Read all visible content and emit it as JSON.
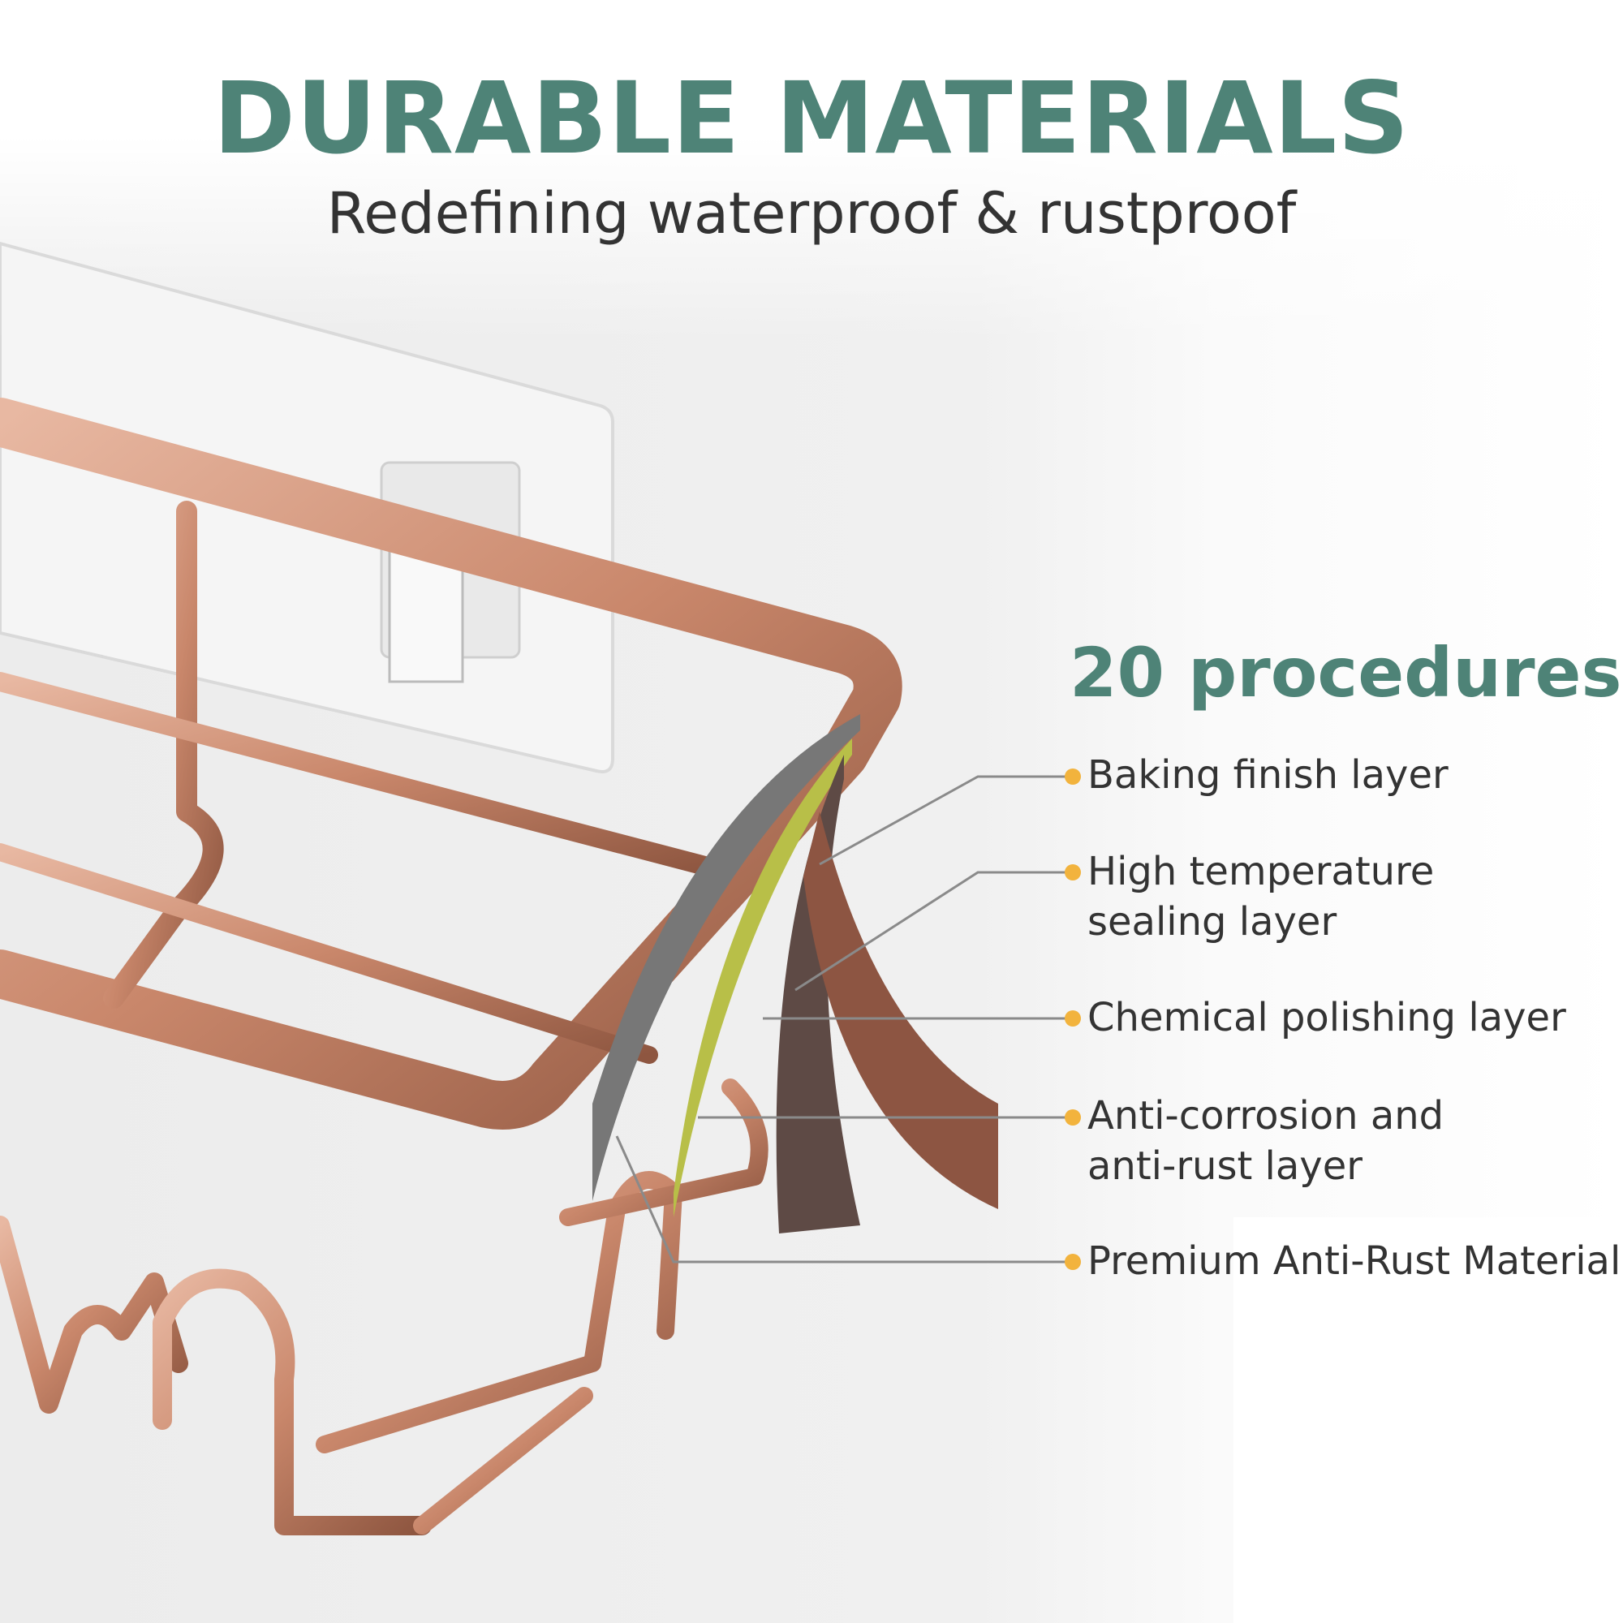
{
  "header": {
    "title": "DURABLE MATERIALS",
    "subtitle": "Redefining waterproof & rustproof"
  },
  "procedures": {
    "heading": "20 procedures",
    "layers": [
      {
        "lines": [
          "Baking finish layer"
        ]
      },
      {
        "lines": [
          "High temperature",
          "sealing layer"
        ]
      },
      {
        "lines": [
          "Chemical polishing layer"
        ]
      },
      {
        "lines": [
          "Anti-corrosion and",
          "anti-rust layer"
        ]
      },
      {
        "lines": [
          "Premium Anti-Rust Material"
        ]
      }
    ]
  },
  "colors": {
    "accent": "#4e8377",
    "bullet": "#f2b33d",
    "copper": "#c98a70"
  }
}
